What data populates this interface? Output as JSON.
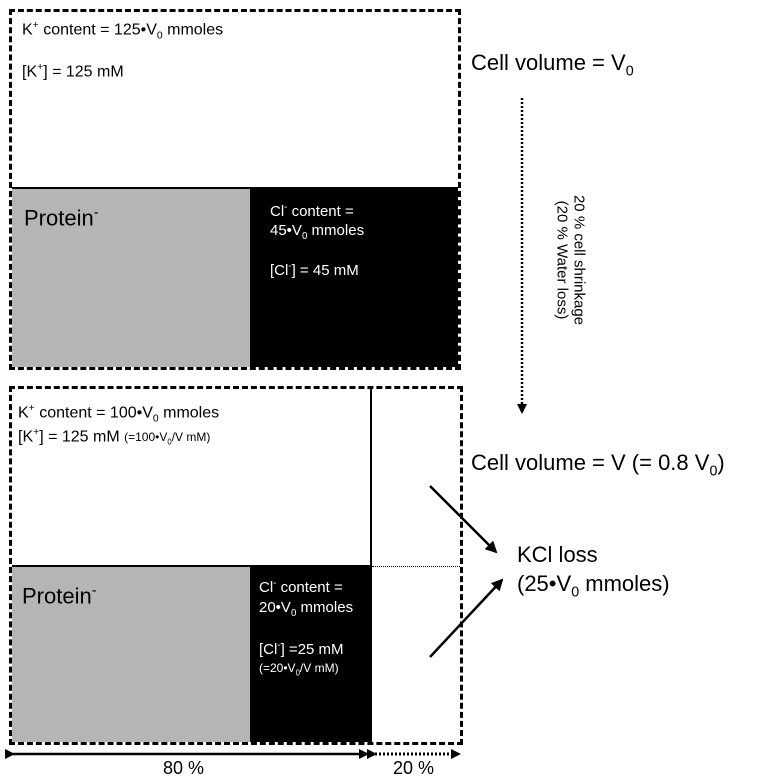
{
  "top_cell": {
    "k_content_prefix": "K",
    "k_content_sup": "+",
    "k_content_rest": " content = 125•V",
    "k_content_sub": "0",
    "k_content_unit": " mmoles",
    "k_conc_prefix": "[K",
    "k_conc_sup": "+",
    "k_conc_rest": "] = 125 mM",
    "protein_label": "Protein",
    "protein_sup": "-",
    "cl_content_prefix": "Cl",
    "cl_content_sup": "-",
    "cl_content_rest": " content =",
    "cl_content_line2_pre": " 45•V",
    "cl_content_line2_sub": "0",
    "cl_content_line2_unit": " mmoles",
    "cl_conc_prefix": "[Cl",
    "cl_conc_sup": "-",
    "cl_conc_rest": "] = 45 mM"
  },
  "bottom_cell": {
    "k_content_prefix": "K",
    "k_content_sup": "+",
    "k_content_rest": " content = 100•V",
    "k_content_sub": "0",
    "k_content_unit": " mmoles",
    "k_conc_prefix": "[K",
    "k_conc_sup": "+",
    "k_conc_rest": "] = 125 mM ",
    "k_conc_paren_pre": "(=100•V",
    "k_conc_paren_sub": "0",
    "k_conc_paren_post": "/V mM)",
    "protein_label": "Protein",
    "protein_sup": "-",
    "cl_content_prefix": "Cl",
    "cl_content_sup": "-",
    "cl_content_rest": " content =",
    "cl_content_line2_pre": "20•V",
    "cl_content_line2_sub": "0",
    "cl_content_line2_unit": " mmoles",
    "cl_conc_prefix": "[Cl",
    "cl_conc_sup": "-",
    "cl_conc_rest": "] =25 mM",
    "cl_conc_paren_pre": "(=20•V",
    "cl_conc_paren_sub": "0",
    "cl_conc_paren_post": "/V mM)"
  },
  "labels": {
    "cell_volume_top_pre": "Cell volume = V",
    "cell_volume_top_sub": "0",
    "cell_volume_bottom_pre": "Cell volume = V (= 0.8 V",
    "cell_volume_bottom_sub": "0",
    "cell_volume_bottom_post": ")",
    "shrinkage_line1": "20 % cell shrinkage",
    "shrinkage_line2": "(20 % Water loss)",
    "kcl_line1": "KCl loss",
    "kcl_line2_pre": "(25•V",
    "kcl_line2_sub": "0",
    "kcl_line2_post": " mmoles)",
    "width_80": "80 %",
    "width_20": "20 %"
  }
}
